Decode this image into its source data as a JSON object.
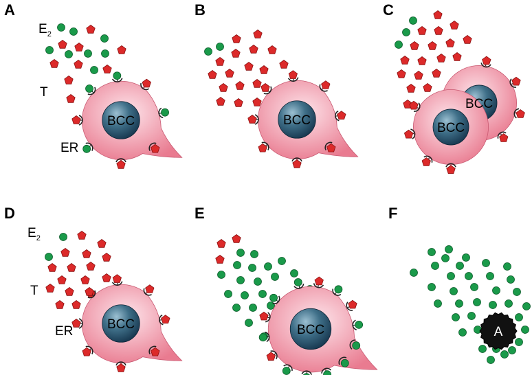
{
  "colors": {
    "e2": "#1a9a4a",
    "t": "#dc2a2a",
    "cytoplasm_light": "#fbd9e0",
    "cytoplasm_dark": "#ea8296",
    "nucleus_light": "#8fb5c8",
    "nucleus_dark": "#173a50",
    "a_cell": "#111111"
  },
  "panels": [
    {
      "letter": "A",
      "labels": {
        "e2": "E",
        "e2_sub": "2",
        "t": "T",
        "er": "ER"
      },
      "cells": [
        "BCC"
      ]
    },
    {
      "letter": "B",
      "cells": [
        "BCC"
      ]
    },
    {
      "letter": "C",
      "cells": [
        "BCC",
        "BCC"
      ]
    },
    {
      "letter": "D",
      "labels": {
        "e2": "E",
        "e2_sub": "2",
        "t": "T",
        "er": "ER"
      },
      "cells": [
        "BCC"
      ]
    },
    {
      "letter": "E",
      "cells": [
        "BCC"
      ]
    },
    {
      "letter": "F",
      "cells": [
        "A"
      ]
    }
  ]
}
